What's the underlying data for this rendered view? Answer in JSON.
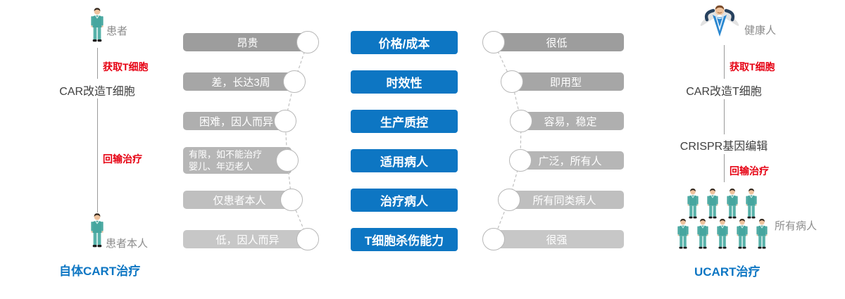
{
  "left_flow": {
    "persona_top": "患者",
    "step_acquire": "获取T细胞",
    "node_car": "CAR改造T细胞",
    "step_infuse": "回输治疗",
    "persona_bottom": "患者本人",
    "title": "自体CART治疗"
  },
  "right_flow": {
    "persona_top": "健康人",
    "step_acquire": "获取T细胞",
    "node_car": "CAR改造T细胞",
    "node_crispr": "CRISPR基因编辑",
    "step_infuse": "回输治疗",
    "crowd_label": "所有病人",
    "title": "UCART治疗"
  },
  "rows": [
    {
      "category": "价格/成本",
      "left": "昂贵",
      "right": "很低"
    },
    {
      "category": "时效性",
      "left": "差，长达3周",
      "right": "即用型"
    },
    {
      "category": "生产质控",
      "left": "困难，因人而异",
      "right": "容易，稳定"
    },
    {
      "category": "适用病人",
      "left_line1": "有限，如不能治疗",
      "left_line2": "婴儿、年迈老人",
      "right": "广泛，所有人"
    },
    {
      "category": "治疗病人",
      "left": "仅患者本人",
      "right": "所有同类病人"
    },
    {
      "category": "T细胞杀伤能力",
      "left": "低，因人而异",
      "right": "很强"
    }
  ],
  "icons": {
    "left_top": "patient-icon",
    "left_bottom": "patient-icon",
    "right_top": "healthy-person-icon",
    "right_crowd": "patients-crowd-icon"
  },
  "colors": {
    "accent_blue": "#0d76c3",
    "step_red": "#e60012",
    "bar_grays": [
      "#9d9d9d",
      "#a6a6a6",
      "#afafaf",
      "#b6b6b6",
      "#bfbfbf",
      "#c7c7c7"
    ]
  }
}
